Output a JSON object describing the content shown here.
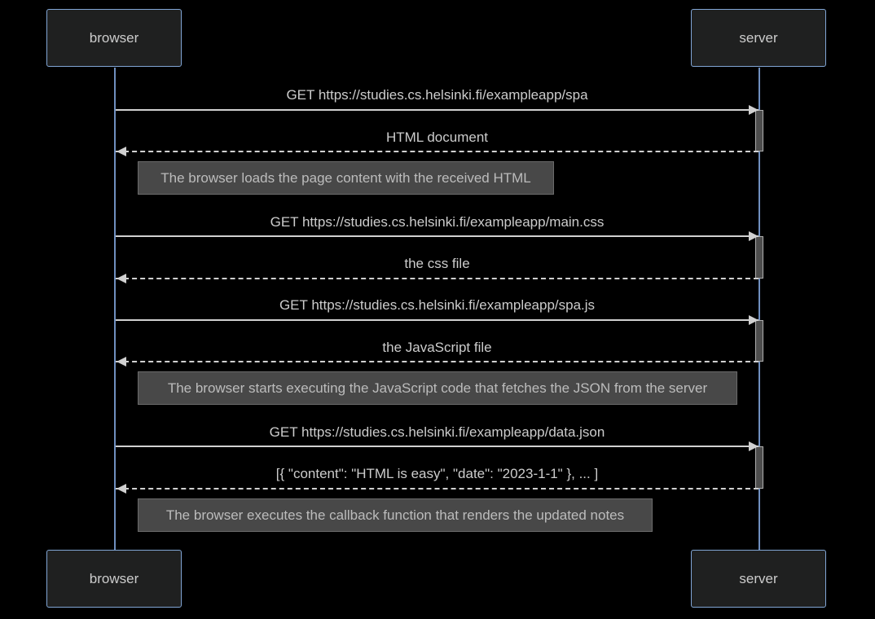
{
  "diagram": {
    "participants": [
      "browser",
      "server"
    ],
    "messages": [
      {
        "from": "browser",
        "to": "server",
        "style": "solid",
        "label": "GET https://studies.cs.helsinki.fi/exampleapp/spa"
      },
      {
        "from": "server",
        "to": "browser",
        "style": "dashed",
        "label": "HTML document"
      },
      {
        "from": "browser",
        "to": "server",
        "style": "solid",
        "label": "GET https://studies.cs.helsinki.fi/exampleapp/main.css"
      },
      {
        "from": "server",
        "to": "browser",
        "style": "dashed",
        "label": "the css file"
      },
      {
        "from": "browser",
        "to": "server",
        "style": "solid",
        "label": "GET https://studies.cs.helsinki.fi/exampleapp/spa.js"
      },
      {
        "from": "server",
        "to": "browser",
        "style": "dashed",
        "label": "the JavaScript file"
      },
      {
        "from": "browser",
        "to": "server",
        "style": "solid",
        "label": "GET https://studies.cs.helsinki.fi/exampleapp/data.json"
      },
      {
        "from": "server",
        "to": "browser",
        "style": "dashed",
        "label": "[{ \"content\": \"HTML is easy\", \"date\": \"2023-1-1\" }, ... ]"
      }
    ],
    "notes": [
      "The browser loads the page content with the received HTML",
      "The browser starts executing the JavaScript code that fetches the JSON from the server",
      "The browser executes the callback function that renders the updated notes"
    ]
  },
  "colors": {
    "background": "#000000",
    "actor_fill": "#1f2020",
    "actor_border": "#81a6d6",
    "lifeline": "#6f8fbf",
    "message_line": "#d0d0d0",
    "note_fill": "#484848",
    "activation_fill": "#4d4d4d"
  }
}
